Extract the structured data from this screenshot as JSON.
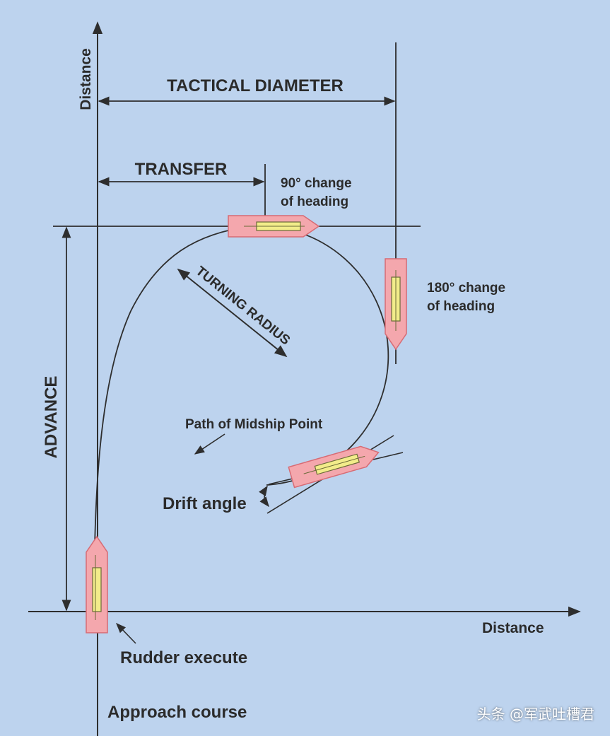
{
  "labels": {
    "y_axis": "Distance",
    "x_axis": "Distance",
    "tactical_diameter": "TACTICAL DIAMETER",
    "transfer": "TRANSFER",
    "advance": "ADVANCE",
    "turning_radius": "TURNING RADIUS",
    "change_90_line1": "90° change",
    "change_90_line2": "of heading",
    "change_180_line1": "180° change",
    "change_180_line2": "of heading",
    "midship_path": "Path of Midship Point",
    "drift_angle": "Drift angle",
    "rudder_execute": "Rudder execute",
    "approach_course": "Approach course"
  },
  "watermark": "头条 @军武吐槽君",
  "colors": {
    "background": "#bdd3ee",
    "line": "#2e2e2e",
    "hull": "#f4a7ad",
    "deck": "#f2ec8a",
    "watermark": "#ffffff"
  }
}
